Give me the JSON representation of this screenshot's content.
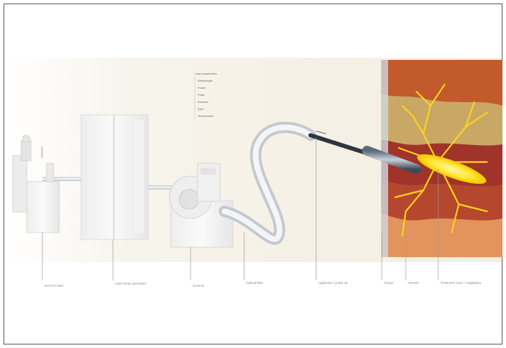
{
  "diagram": {
    "components": [
      {
        "id": "source",
        "label": "Nd:YAG laser"
      },
      {
        "id": "module",
        "label": "Laser beam generator"
      },
      {
        "id": "scanner",
        "label": "Scanner"
      },
      {
        "id": "fiber",
        "label": "Optical fiber"
      },
      {
        "id": "probe",
        "label": "Applicator / probe tip"
      },
      {
        "id": "tissue",
        "label": "Tissue"
      },
      {
        "id": "vessels",
        "label": "Vessels"
      },
      {
        "id": "zone",
        "label": "Treatment zone / coagulation"
      }
    ],
    "feature_list": {
      "title": "Laser parameters",
      "items": [
        "Wavelength",
        "Power",
        "Pulse",
        "Duration",
        "Spot",
        "Temperature"
      ]
    }
  }
}
